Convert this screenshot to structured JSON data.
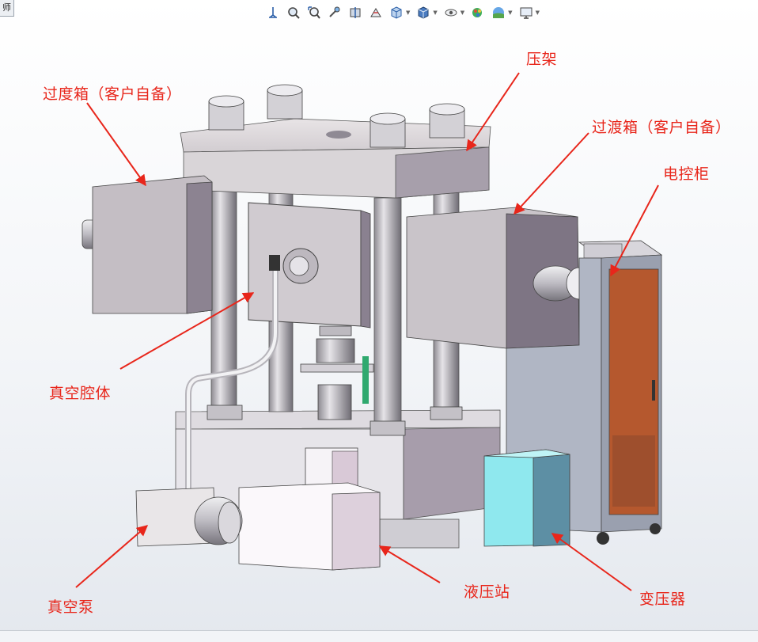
{
  "window": {
    "tab_fragment": "师"
  },
  "toolbar": {
    "icons": [
      "view-orientation-icon",
      "zoom-to-fit-icon",
      "zoom-area-icon",
      "previous-view-icon",
      "section-view-icon",
      "dynamic-annotation-icon",
      "view-orientation-cube-icon",
      "display-style-icon",
      "hide-show-icon",
      "edit-appearance-icon",
      "apply-scene-icon",
      "view-settings-icon"
    ]
  },
  "callouts": {
    "press_frame": "压架",
    "transition_box_left": "过度箱（客户自备）",
    "transition_box_right": "过渡箱（客户自备）",
    "control_cabinet": "电控柜",
    "vacuum_chamber": "真空腔体",
    "vacuum_pump": "真空泵",
    "hydraulic_station": "液压站",
    "transformer": "变压器"
  },
  "colors": {
    "callout": "#e8261b",
    "steel": "#c9c7cb",
    "box_shadow": "#7e7584",
    "cabinet": "#b0b6c4",
    "cabinet_door": "#b5582e",
    "transformer": "#8fe8ee",
    "hydraulic": "#ddd0dc"
  }
}
